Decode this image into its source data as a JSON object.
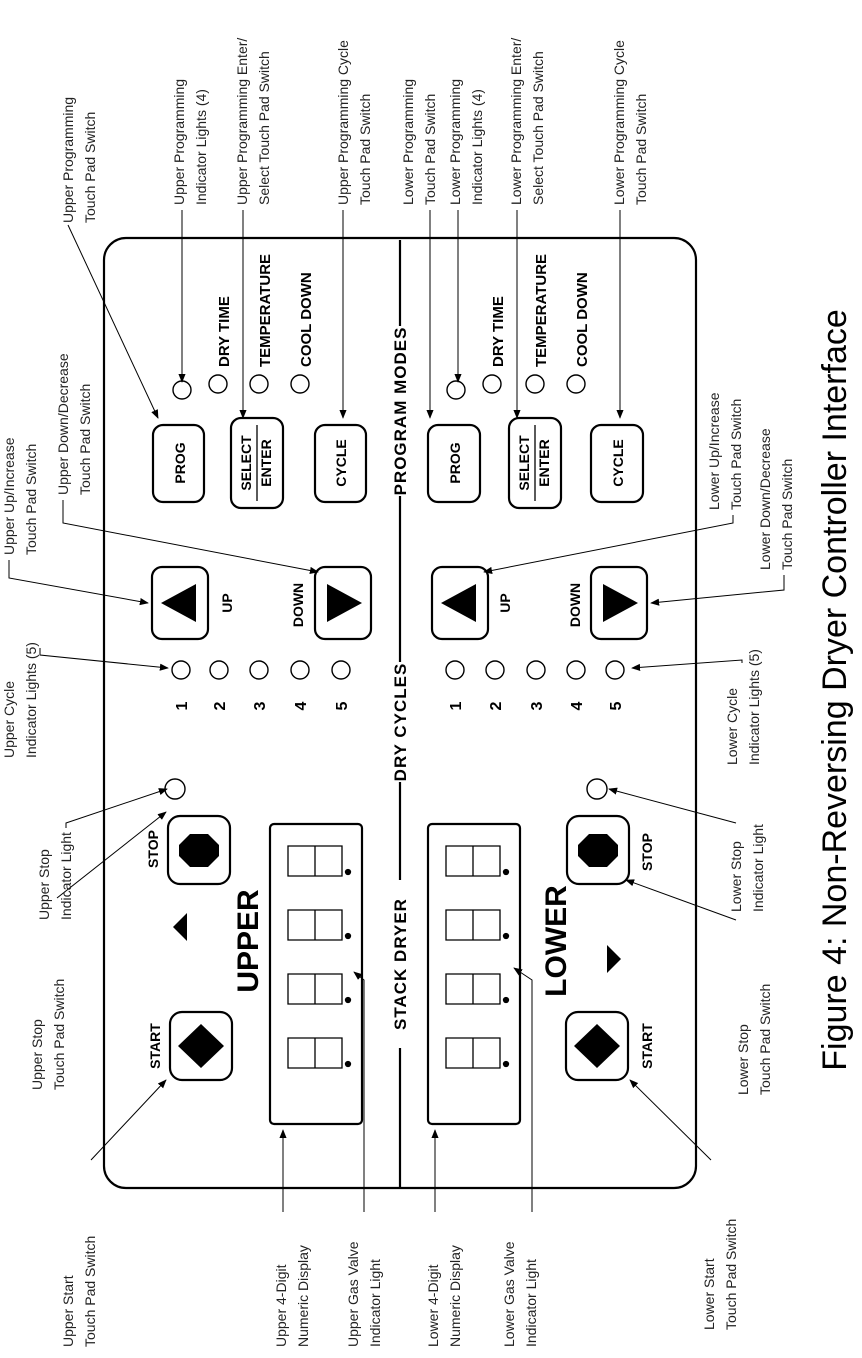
{
  "figure_caption": "Figure 4: Non-Reversing Dryer Controller Interface",
  "sections": {
    "stack_dryer": "STACK DRYER",
    "dry_cycles": "DRY CYCLES",
    "program_modes": "PROGRAM MODES"
  },
  "upper": {
    "title": "UPPER",
    "start_label": "START",
    "stop_label": "STOP",
    "up_label": "UP",
    "down_label": "DOWN",
    "prog_label": "PROG",
    "select_label": "SELECT",
    "enter_label": "ENTER",
    "cycle_label": "CYCLE",
    "mode_dry_time": "DRY  TIME",
    "mode_temperature": "TEMPERATURE",
    "mode_cool_down": "COOL DOWN",
    "cycles": [
      "1",
      "2",
      "3",
      "4",
      "5"
    ]
  },
  "lower": {
    "title": "LOWER",
    "start_label": "START",
    "stop_label": "STOP",
    "up_label": "UP",
    "down_label": "DOWN",
    "prog_label": "PROG",
    "select_label": "SELECT",
    "enter_label": "ENTER",
    "cycle_label": "CYCLE",
    "mode_dry_time": "DRY  TIME",
    "mode_temperature": "TEMPERATURE",
    "mode_cool_down": "COOL DOWN",
    "cycles": [
      "1",
      "2",
      "3",
      "4",
      "5"
    ]
  },
  "callouts": {
    "upper_start": [
      "Upper Start",
      "Touch Pad Switch"
    ],
    "upper_stop_switch": [
      "Upper Stop",
      "Touch Pad Switch"
    ],
    "upper_stop_light": [
      "Upper Stop",
      "Indicator Light"
    ],
    "upper_cycle_lights": [
      "Upper Cycle",
      "Indicator Lights (5)"
    ],
    "upper_up": [
      "Upper Up/Increase",
      "Touch Pad Switch"
    ],
    "upper_down": [
      "Upper Down/Decrease",
      "Touch Pad Switch"
    ],
    "upper_prog": [
      "Upper Programming",
      "Touch Pad Switch"
    ],
    "upper_prog_lights": [
      "Upper Programming",
      "Indicator Lights (4)"
    ],
    "upper_enter": [
      "Upper Programming Enter/",
      "Select Touch Pad Switch"
    ],
    "upper_cycle": [
      "Upper Programming Cycle",
      "Touch Pad Switch"
    ],
    "upper_display": [
      "Upper 4-Digit",
      "Numeric Display"
    ],
    "upper_gas": [
      "Upper Gas Valve",
      "Indicator Light"
    ],
    "lower_display": [
      "Lower 4-Digit",
      "Numeric Display"
    ],
    "lower_gas": [
      "Lower Gas Valve",
      "Indicator Light"
    ],
    "lower_start": [
      "Lower Start",
      "Touch Pad Switch"
    ],
    "lower_stop_switch": [
      "Lower Stop",
      "Touch Pad Switch"
    ],
    "lower_stop_light": [
      "Lower Stop",
      "Indicator Light"
    ],
    "lower_cycle_lights": [
      "Lower Cycle",
      "Indicator Lights (5)"
    ],
    "lower_up": [
      "Lower Up/Increase",
      "Touch Pad Switch"
    ],
    "lower_down": [
      "Lower Down/Decrease",
      "Touch Pad Switch"
    ],
    "lower_prog": [
      "Lower Programming",
      "Touch Pad Switch"
    ],
    "lower_prog_lights": [
      "Lower Programming",
      "Indicator Lights (4)"
    ],
    "lower_enter": [
      "Lower Programming Enter/",
      "Select Touch Pad Switch"
    ],
    "lower_cycle": [
      "Lower Programming Cycle",
      "Touch Pad Switch"
    ]
  }
}
